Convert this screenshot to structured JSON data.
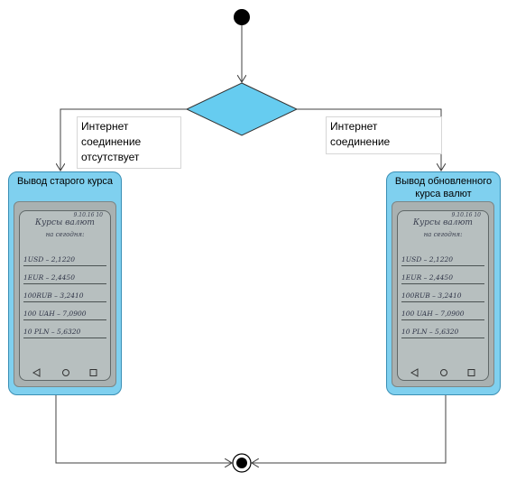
{
  "guards": {
    "left": [
      "Интернет",
      "соединение",
      "отсутствует"
    ],
    "right": [
      "Интернет",
      "соединение"
    ]
  },
  "states": {
    "left_title": "Вывод старого курса",
    "right_title_line1": "Вывод обновленного",
    "right_title_line2": "курса валют"
  },
  "phone_sheet": {
    "date": "9.10.16 10",
    "title": "Курсы валют",
    "subtitle": "на сегодня:",
    "rates": [
      "1USD  –  2,1220",
      "1EUR  –  2,4450",
      "100RUB – 3,2410",
      "100 UAH – 7,0900",
      "10 PLN  –  5,6320"
    ]
  },
  "colors": {
    "state_fill": "#7fd0ef",
    "decision_fill": "#66ccf0",
    "line": "#404040",
    "node": "#000000"
  }
}
